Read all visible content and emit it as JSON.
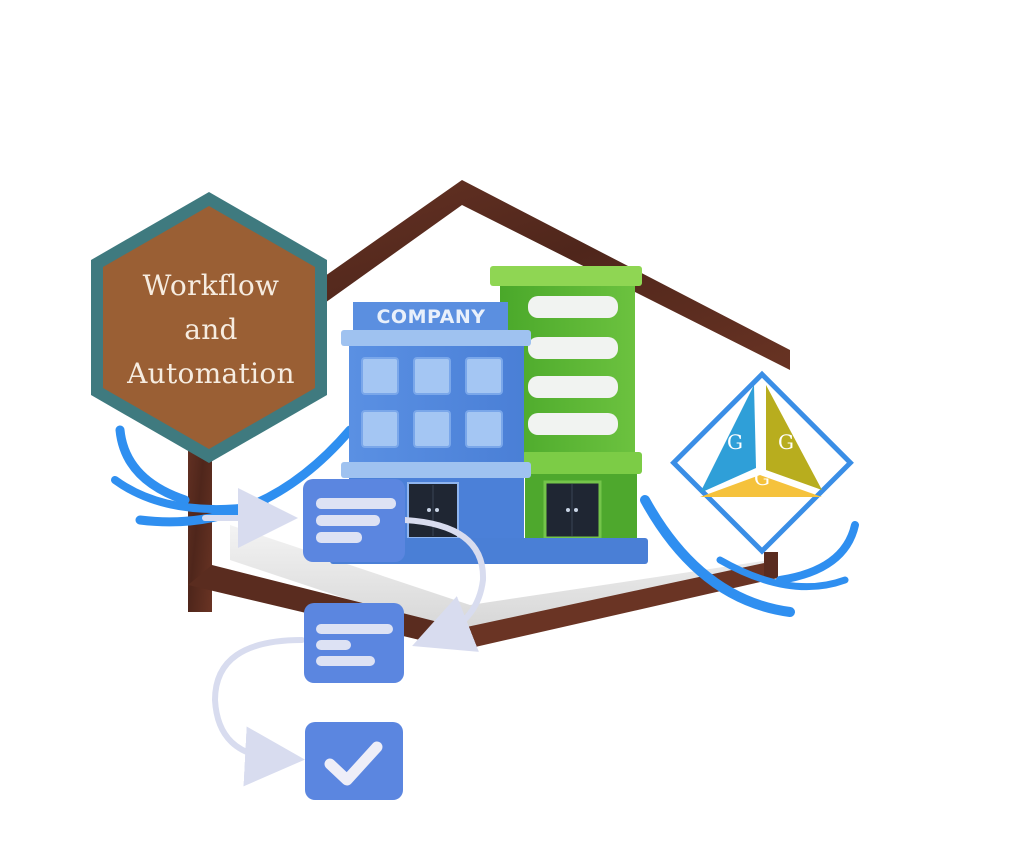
{
  "badge": {
    "lines": [
      "Workflow",
      "and",
      "Automation"
    ],
    "fill_color": "#9a5f34",
    "border_color": "#3f7a7f",
    "text_color": "#f6ece0"
  },
  "building": {
    "sign_text": "COMPANY",
    "left_color": "#4f86dc",
    "right_color": "#5cb536"
  },
  "logo": {
    "letters": [
      "G",
      "G",
      "G"
    ],
    "colors": {
      "left_triangle": "#2f9fd8",
      "right_triangle": "#b8ad1e",
      "bottom_triangle": "#f5c23c",
      "frame": "#3a8ee6"
    }
  },
  "workflow": {
    "steps": [
      {
        "type": "document",
        "lines": 3
      },
      {
        "type": "document",
        "lines": 3
      },
      {
        "type": "checkmark"
      }
    ],
    "card_color": "#5b86e0",
    "arrow_color": "#d8dcef"
  },
  "frame": {
    "shape": "house-outline",
    "color": "#5c2e22"
  },
  "swoosh_color": "#2f8ff0"
}
